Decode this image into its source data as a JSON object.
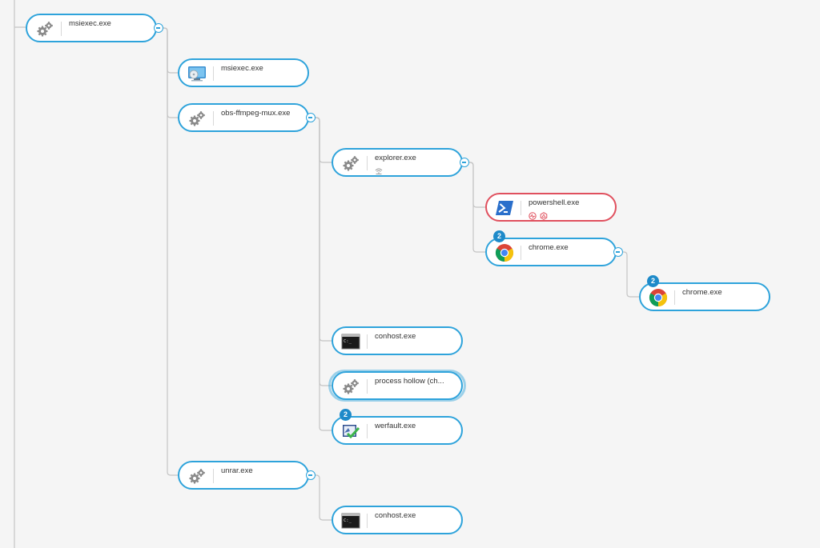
{
  "tree": {
    "nodes": [
      {
        "id": "n1",
        "label": "msiexec.exe",
        "icon": "gears-icon",
        "collapsible": true
      },
      {
        "id": "n2",
        "label": "msiexec.exe",
        "icon": "installer-monitor-icon",
        "collapsible": false
      },
      {
        "id": "n3",
        "label": "obs-ffmpeg-mux.exe",
        "icon": "gears-icon",
        "collapsible": true
      },
      {
        "id": "n4",
        "label": "explorer.exe",
        "icon": "gears-icon",
        "collapsible": true,
        "tags": [
          "network-icon"
        ]
      },
      {
        "id": "n5",
        "label": "powershell.exe",
        "icon": "powershell-icon",
        "collapsible": false,
        "alert": true,
        "tags": [
          "pulse-icon",
          "hexagon-alert-icon"
        ]
      },
      {
        "id": "n6",
        "label": "chrome.exe",
        "icon": "chrome-icon",
        "collapsible": true,
        "badge": "2"
      },
      {
        "id": "n7",
        "label": "chrome.exe",
        "icon": "chrome-icon",
        "collapsible": false,
        "badge": "2"
      },
      {
        "id": "n8",
        "label": "conhost.exe",
        "icon": "console-icon",
        "collapsible": false
      },
      {
        "id": "n9",
        "label": "process hollow (ch...",
        "icon": "gears-icon",
        "collapsible": false,
        "hollow": true
      },
      {
        "id": "n10",
        "label": "werfault.exe",
        "icon": "werfault-icon",
        "collapsible": false,
        "badge": "2"
      },
      {
        "id": "n11",
        "label": "unrar.exe",
        "icon": "gears-icon",
        "collapsible": true
      },
      {
        "id": "n12",
        "label": "conhost.exe",
        "icon": "console-icon",
        "collapsible": false
      }
    ],
    "edges": [
      [
        "n1",
        "n2"
      ],
      [
        "n1",
        "n3"
      ],
      [
        "n1",
        "n11"
      ],
      [
        "n3",
        "n4"
      ],
      [
        "n3",
        "n8"
      ],
      [
        "n3",
        "n9"
      ],
      [
        "n3",
        "n10"
      ],
      [
        "n4",
        "n5"
      ],
      [
        "n4",
        "n6"
      ],
      [
        "n6",
        "n7"
      ],
      [
        "n11",
        "n12"
      ]
    ],
    "colors": {
      "accent": "#2ea3db",
      "alert": "#e0505e",
      "badge": "#1e8ac9",
      "line": "#c4c4c4"
    }
  }
}
